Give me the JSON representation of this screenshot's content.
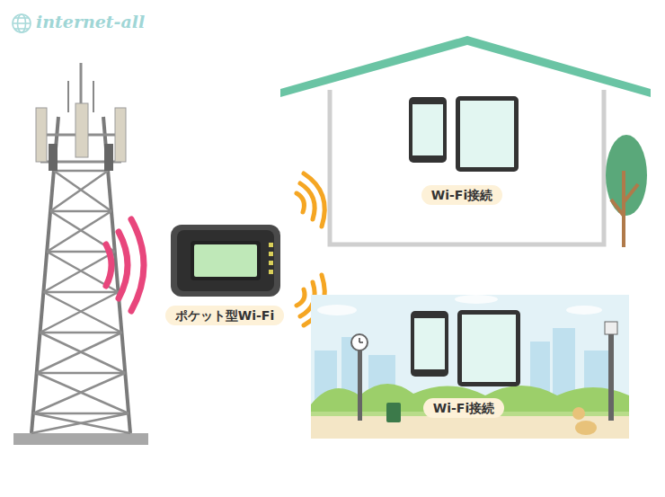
{
  "diagram": {
    "nodes": [
      {
        "text": [
          "ポケット型Wi-Fi"
        ]
      },
      {
        "text": [
          "Wi-Fi接続"
        ]
      },
      {
        "text": [
          "Wi-Fi接続"
        ]
      }
    ],
    "labels": [
      "internet-all"
    ]
  }
}
